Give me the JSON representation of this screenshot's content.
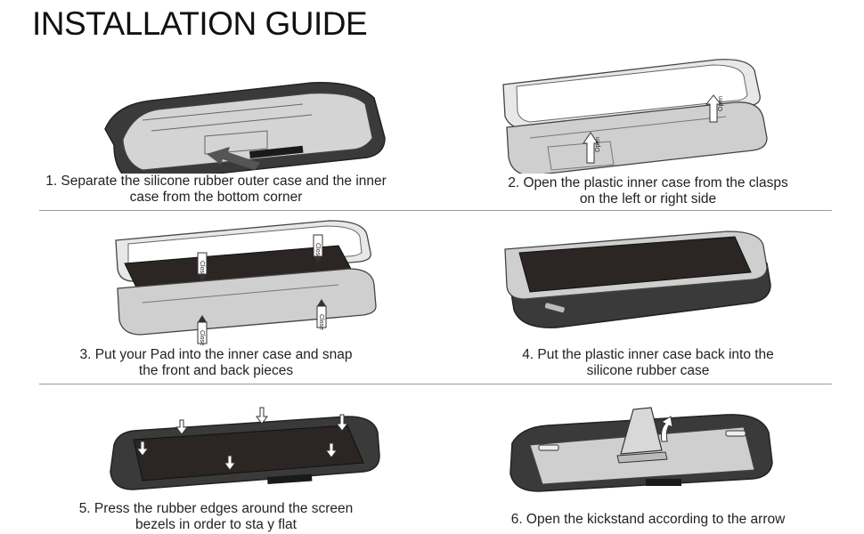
{
  "title": "INSTALLATION GUIDE",
  "steps": [
    {
      "line1": "1. Separate the silicone rubber outer case and the inner",
      "line2": "case  from the bottom corner"
    },
    {
      "line1": "2. Open  the  plastic  inner  case  from the clasps",
      "line2": "on  the  left  or right side"
    },
    {
      "line1": "3. Put your Pad into the inner case and snap",
      "line2": "the  front and back pieces"
    },
    {
      "line1": "4. Put  the  plastic  inner  case  back into the",
      "line2": "silicone   rubber  case"
    },
    {
      "line1": "5. Press the rubber edges around the screen",
      "line2": "bezels  in  order to sta y flat"
    },
    {
      "line1": "6. Open  the  kickstand  according to the arrow",
      "line2": ""
    }
  ],
  "tags": {
    "open": "Open",
    "close": "Close"
  },
  "colors": {
    "outer_case": "#3a3a3a",
    "inner_case": "#cfcfcf",
    "screen": "#2b2523",
    "outline": "#333333"
  }
}
